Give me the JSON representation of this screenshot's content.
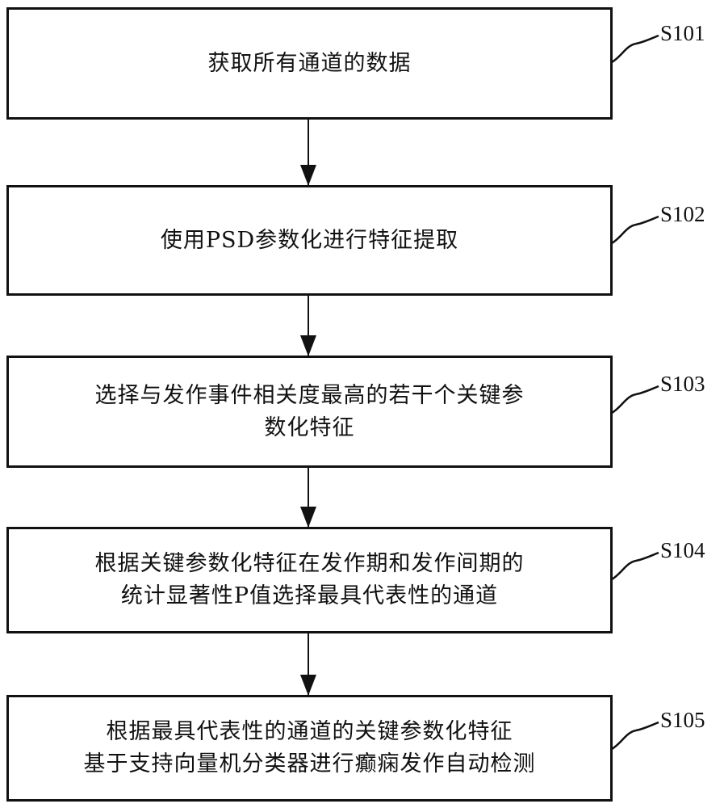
{
  "title": "Epileptic seizure detection flowchart",
  "steps": [
    {
      "id": "S101",
      "text": "获取所有通道的数据"
    },
    {
      "id": "S102",
      "text": "使用PSD参数化进行特征提取"
    },
    {
      "id": "S103",
      "text": "选择与发作事件相关度最高的若干个关键参\n数化特征"
    },
    {
      "id": "S104",
      "text": "根据关键参数化特征在发作期和发作间期的\n统计显著性P值选择最具代表性的通道"
    },
    {
      "id": "S105",
      "text": "根据最具代表性的通道的关键参数化特征\n基于支持向量机分类器进行癫痫发作自动检测"
    }
  ]
}
